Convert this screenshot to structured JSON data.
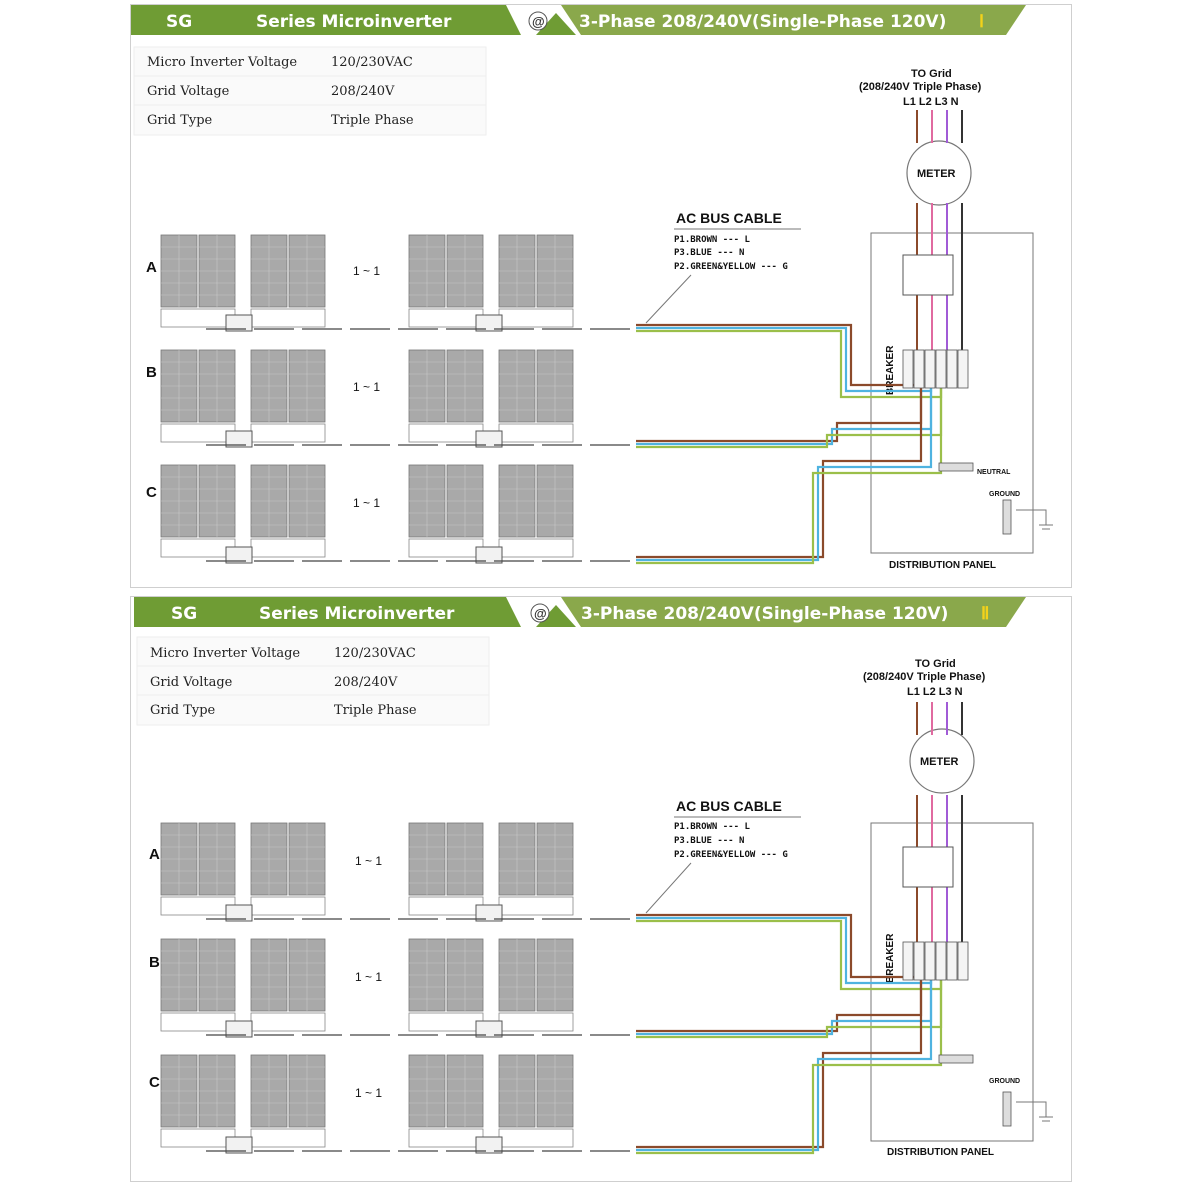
{
  "panels": [
    {
      "header": {
        "sg": "SG",
        "series": "Series Microinverter",
        "at_icon": "@",
        "phase": "3-Phase 208/240V(Single-Phase 120V)",
        "numeral": "Ⅰ"
      },
      "specs": [
        {
          "label": "Micro Inverter Voltage",
          "value": "120/230VAC"
        },
        {
          "label": "Grid  Voltage",
          "value": "208/240V"
        },
        {
          "label": "Grid Type",
          "value": "Triple Phase"
        }
      ],
      "grid": {
        "title": "TO Grid",
        "subtitle": "(208/240V Triple Phase)",
        "phases": "L1 L2 L3 N"
      },
      "meter": "METER",
      "bus_cable": {
        "title": "AC BUS CABLE",
        "lines": [
          "P1.BROWN --- L",
          "P3.BLUE --- N",
          "P2.GREEN&YELLOW --- G"
        ]
      },
      "rows": [
        {
          "label": "A",
          "range": "1 ~ 1"
        },
        {
          "label": "B",
          "range": "1 ~ 1"
        },
        {
          "label": "C",
          "range": "1 ~ 1"
        }
      ],
      "breaker": "BREAKER",
      "neutral": "NEUTRAL",
      "ground": "GROUND",
      "dist_panel": "DISTRIBUTION PANEL"
    },
    {
      "header": {
        "sg": "SG",
        "series": "Series Microinverter",
        "at_icon": "@",
        "phase": "3-Phase 208/240V(Single-Phase 120V)",
        "numeral": "Ⅱ"
      },
      "specs": [
        {
          "label": "Micro Inverter Voltage",
          "value": "120/230VAC"
        },
        {
          "label": "Grid  Voltage",
          "value": "208/240V"
        },
        {
          "label": "Grid Type",
          "value": "Triple Phase"
        }
      ],
      "grid": {
        "title": "TO Grid",
        "subtitle": "(208/240V Triple Phase)",
        "phases": "L1 L2 L3 N"
      },
      "meter": "METER",
      "bus_cable": {
        "title": "AC BUS CABLE",
        "lines": [
          "P1.BROWN --- L",
          "P3.BLUE --- N",
          "P2.GREEN&YELLOW --- G"
        ]
      },
      "rows": [
        {
          "label": "A",
          "range": "1 ~ 1"
        },
        {
          "label": "B",
          "range": "1 ~ 1"
        },
        {
          "label": "C",
          "range": "1 ~ 1"
        }
      ],
      "breaker": "BREAKER",
      "ground": "GROUND",
      "dist_panel": "DISTRIBUTION PANEL"
    }
  ],
  "colors": {
    "header_green": "#6f9c34",
    "header_olive": "#8aa84b",
    "brown": "#8b4a2b",
    "blue": "#4fb3e0",
    "green": "#9bbf4a",
    "pink": "#e06aa0",
    "purple": "#a15bd6",
    "dark": "#333333",
    "panel_fill": "#a9a9a9"
  }
}
